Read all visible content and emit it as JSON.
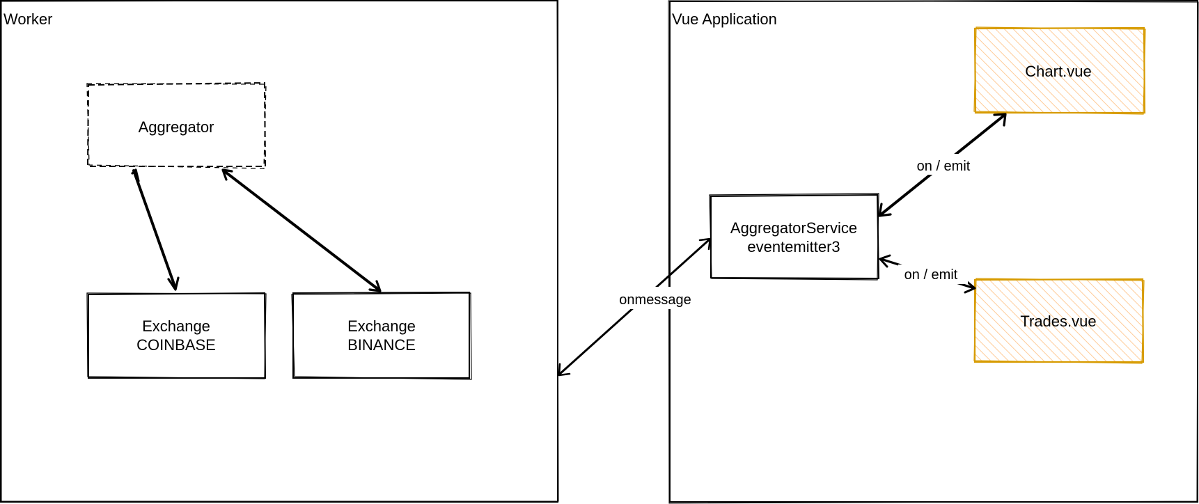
{
  "containers": {
    "worker": {
      "title": "Worker"
    },
    "vue_app": {
      "title": "Vue Application"
    }
  },
  "nodes": {
    "aggregator": {
      "line1": "Aggregator"
    },
    "exchange_coinbase": {
      "line1": "Exchange",
      "line2": "COINBASE"
    },
    "exchange_binance": {
      "line1": "Exchange",
      "line2": "BINANCE"
    },
    "aggregator_service": {
      "line1": "AggregatorService",
      "line2": "eventemitter3"
    },
    "chart_vue": {
      "line1": "Chart.vue"
    },
    "trades_vue": {
      "line1": "Trades.vue"
    }
  },
  "edges": {
    "onmessage": {
      "label": "onmessage"
    },
    "chart_link": {
      "label": "on / emit"
    },
    "trades_link": {
      "label": "on / emit"
    }
  },
  "colors": {
    "stroke": "#000000",
    "component_stroke": "#d79b00",
    "component_hatch": "#ffcc99",
    "background": "#ffffff"
  }
}
